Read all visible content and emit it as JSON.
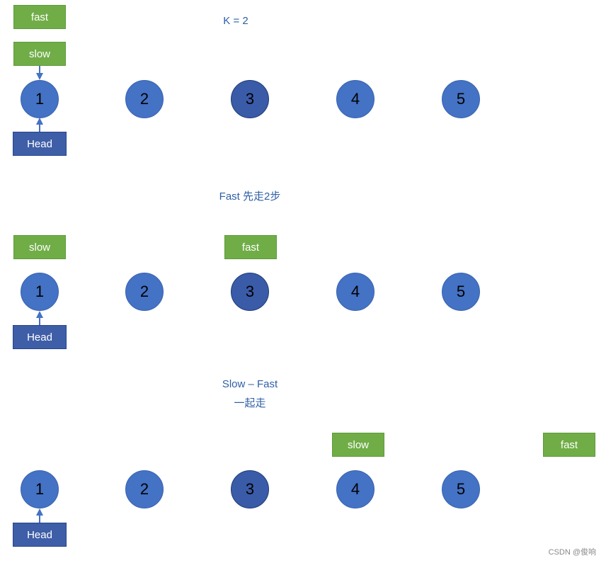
{
  "captions": {
    "k": "K = 2",
    "step2": "Fast 先走2步",
    "step3_line1": "Slow – Fast",
    "step3_line2": "一起走"
  },
  "nodes": [
    "1",
    "2",
    "3",
    "4",
    "5"
  ],
  "labels": {
    "fast": "fast",
    "slow": "slow",
    "head": "Head"
  },
  "watermark": "CSDN @俊响",
  "colors": {
    "node": "#4472c4",
    "highlight_node": "#3a5ba8",
    "pointer_box": "#70ad47",
    "head_box": "#3f5ea8",
    "caption": "#2e5fa6"
  }
}
